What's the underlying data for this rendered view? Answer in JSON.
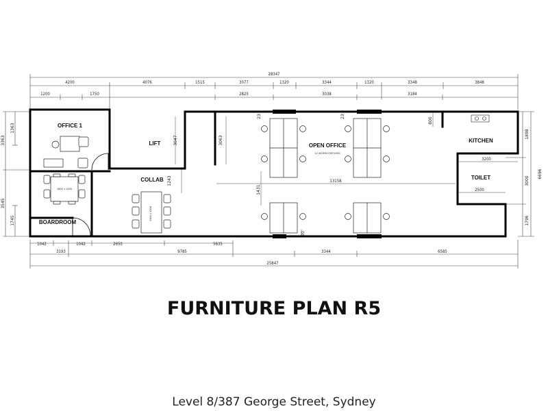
{
  "title": "FURNITURE PLAN R5",
  "subtitle": "Level 8/387 George Street, Sydney",
  "rooms": {
    "office": "OFFICE 1",
    "lift": "LIFT",
    "collab": "COLLAB",
    "boardroom": "BOARDROOM",
    "open_office": "OPEN OFFICE",
    "workstations": "12 WORKSTATIONS",
    "kitchen": "KITCHEN",
    "toilet": "TOILET"
  },
  "table_labels": {
    "boardroom": "1800 x 1200",
    "collab": "2400 x 1000"
  },
  "dims_top": {
    "overall": "28347",
    "d4200": "4200",
    "d1200": "1200",
    "d1750": "1750",
    "d4076": "4076",
    "d1515": "1515",
    "d3077": "3077",
    "d1320a": "1320",
    "d3344a": "3344",
    "d1320b": "1320",
    "d3348": "3348",
    "d3848": "3848",
    "d2825": "2825",
    "d3038": "3038",
    "d3184": "3184"
  },
  "dims_bottom": {
    "d1042a": "1042",
    "d1042b": "1042",
    "d2650": "2650",
    "d5635": "5635",
    "d3193": "3193",
    "d9785": "9785",
    "d3344": "3344",
    "d6585": "6585",
    "overall": "25847"
  },
  "dims_inner": {
    "d13158": "13158",
    "d3200": "3200",
    "d2500": "2500",
    "d1243": "1243",
    "d1431": "1431",
    "d3047": "3047",
    "d3063": "3063",
    "d20": "20",
    "d23a": "23",
    "d23b": "23",
    "d800": "800"
  },
  "dims_left": {
    "d3363": "3363",
    "d1363": "1363",
    "d3545": "3545",
    "d1745": "1745"
  },
  "dims_right": {
    "d6696": "6696",
    "d1898": "1898",
    "d3000": "3000",
    "d1796": "1796"
  }
}
